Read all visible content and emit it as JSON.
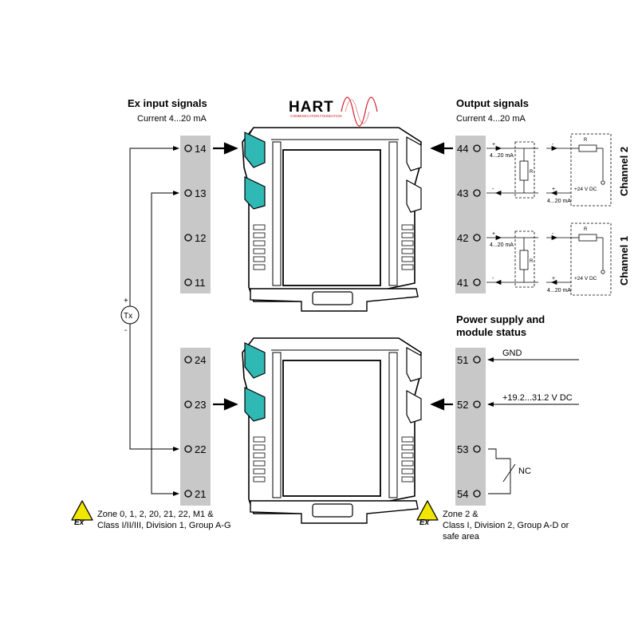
{
  "left": {
    "heading": "Ex input signals",
    "subheading": "Current 4...20 mA",
    "zone_line1": "Zone 0, 1, 2, 20, 21, 22, M1 &",
    "zone_line2": "Class I/II/III, Division 1, Group A-G",
    "terminals_top": [
      "14",
      "13",
      "12",
      "11"
    ],
    "terminals_bottom": [
      "24",
      "23",
      "22",
      "21"
    ],
    "transmitter": {
      "label": "Tx",
      "plus": "+",
      "minus": "-"
    }
  },
  "right": {
    "heading": "Output signals",
    "subheading": "Current 4...20 mA",
    "terminals_top": [
      "44",
      "43",
      "42",
      "41"
    ],
    "channel_2": "Channel 2",
    "channel_1": "Channel 1",
    "loop_current": "4...20 mA",
    "supply": "+24 V DC",
    "resistor": "R",
    "power_heading_line1": "Power supply and",
    "power_heading_line2": "module status",
    "terminals_bottom": [
      "51",
      "52",
      "53",
      "54"
    ],
    "gnd": "GND",
    "voltage": "+19.2...31.2 V DC",
    "nc": "NC",
    "zone_line1": "Zone 2 &",
    "zone_line2": "Class I, Division 2, Group A-D or",
    "zone_line3": "safe area"
  },
  "logo": {
    "text": "HART",
    "tagline": "COMMUNICATION FOUNDATION"
  },
  "ex_symbol": "Ex",
  "colors": {
    "terminal_strip": "#c8c8c8",
    "module_accent": "#2fb8b4",
    "logo_red": "#d0202a",
    "ex_yellow": "#f0e600"
  }
}
